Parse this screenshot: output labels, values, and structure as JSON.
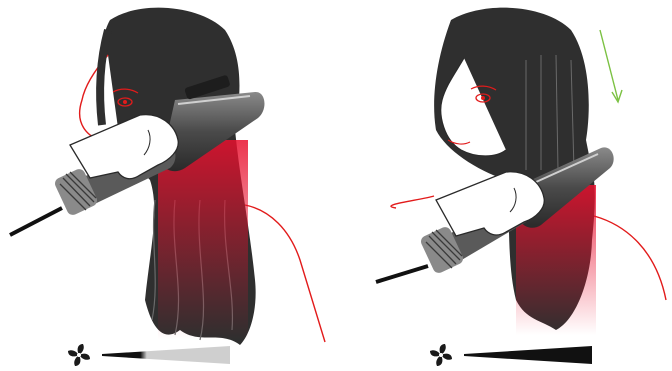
{
  "colors": {
    "background": "#ffffff",
    "hair": "#2f2f2f",
    "hair_highlight": "#6a6a6a",
    "skin_outline": "#e21b1b",
    "heat_glow": "#e8102e",
    "device_body": "#4a4a4a",
    "device_plate": "#a8a8a8",
    "airflow_low": "#cfcfcf",
    "airflow_high": "#111111",
    "direction_arrow": "#7bc142"
  },
  "panels": [
    {
      "id": "left",
      "airflow_level": 0.25,
      "airflow_icon": "fan-icon",
      "show_direction_arrow": false
    },
    {
      "id": "right",
      "airflow_level": 1.0,
      "airflow_icon": "fan-icon",
      "show_direction_arrow": true
    }
  ]
}
